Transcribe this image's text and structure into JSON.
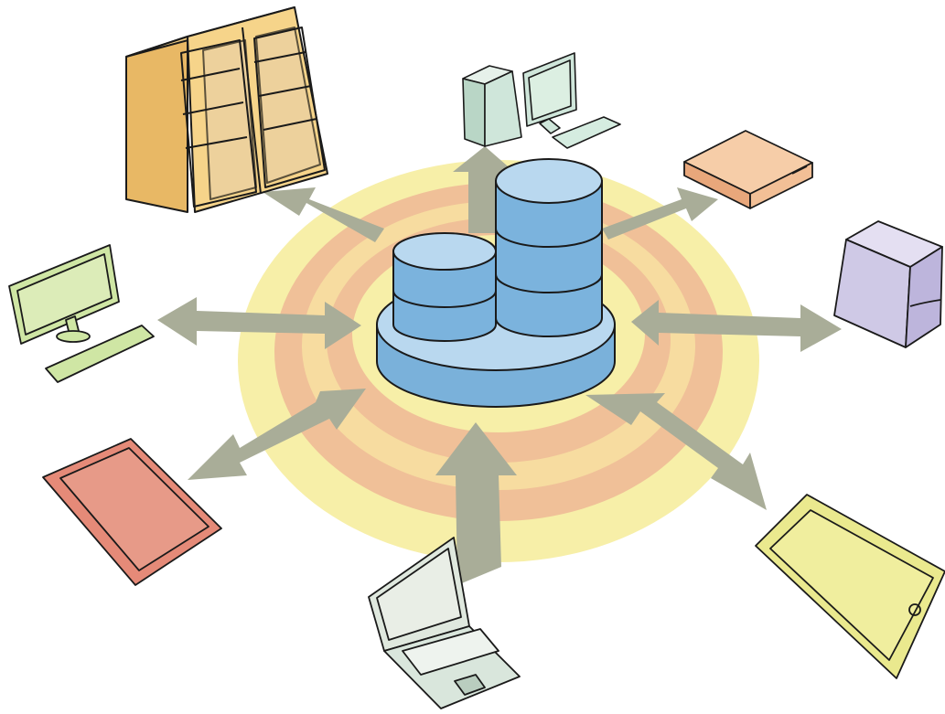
{
  "diagram": {
    "center": {
      "icon": "database-cylinders-icon",
      "colors": {
        "cylinder": "#7bb3dd",
        "cylinder_top": "#b9d8ef",
        "platform": "#7ab1da",
        "platform_top": "#b9d8ef"
      }
    },
    "rings": [
      "#f7efa8",
      "#f0c098",
      "#f7dca0",
      "#f0c098",
      "#f7efa8"
    ],
    "arrow_color": "#a9ad98",
    "outline_color": "#1a1a1a",
    "devices": [
      {
        "name": "server-cabinet",
        "icon": "server-cabinet-icon",
        "color": "#f6d48a"
      },
      {
        "name": "desktop-workstation",
        "icon": "desktop-tower-icon",
        "color": "#cfe6da"
      },
      {
        "name": "network-appliance",
        "icon": "rack-unit-icon",
        "color": "#f2bf96"
      },
      {
        "name": "tower-server",
        "icon": "tower-server-icon",
        "color": "#cfc9e6"
      },
      {
        "name": "tablet-landscape",
        "icon": "tablet-icon",
        "color": "#eae98e"
      },
      {
        "name": "laptop",
        "icon": "laptop-icon",
        "color": "#dfe8de"
      },
      {
        "name": "tablet-red",
        "icon": "tablet-icon",
        "color": "#e58a78"
      },
      {
        "name": "desktop-monitor",
        "icon": "monitor-icon",
        "color": "#cfe6a4"
      }
    ]
  }
}
